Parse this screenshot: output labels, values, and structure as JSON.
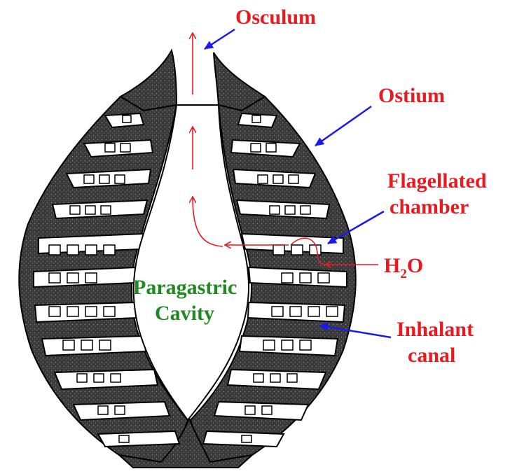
{
  "colors": {
    "label_red": "#e8191f",
    "label_green": "#1f8a1f",
    "pointer_blue": "#1a1aee",
    "flow_red": "#e8191f",
    "tissue_dark": "#2a2a2a"
  },
  "labels": {
    "osculum": "Osculum",
    "ostium": "Ostium",
    "flagellated_line1": "Flagellated",
    "flagellated_line2": "chamber",
    "water_main": "H",
    "water_sub": "2",
    "water_tail": "O",
    "inhalant_line1": "Inhalant",
    "inhalant_line2": "canal",
    "cavity_line1": "Paragastric",
    "cavity_line2": "Cavity"
  }
}
